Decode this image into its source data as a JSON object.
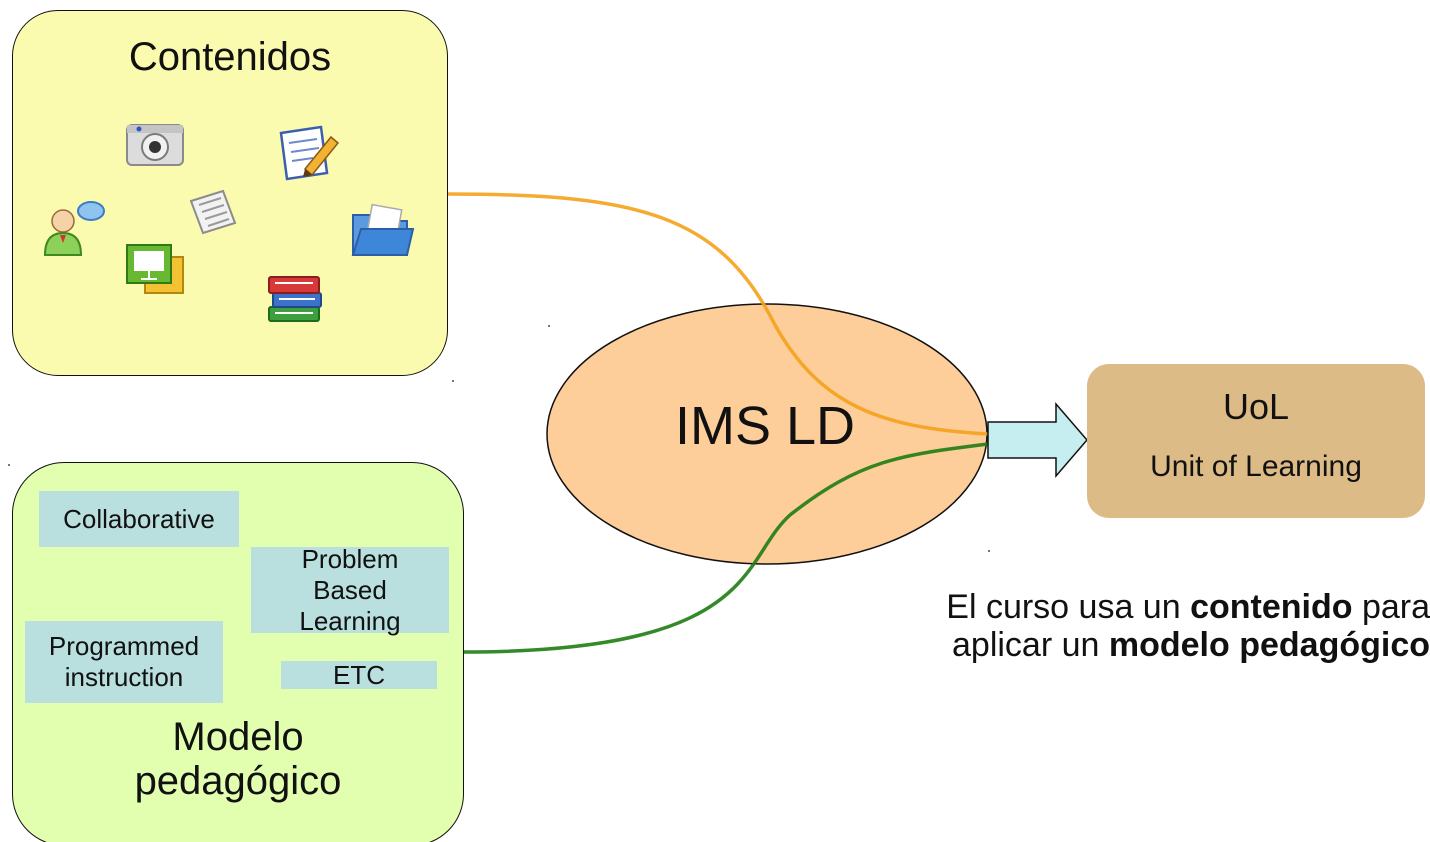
{
  "content_box": {
    "title": "Contenidos",
    "icons": [
      "camera-icon",
      "notepad-pencil-icon",
      "user-chat-icon",
      "newspaper-icon",
      "folder-icon",
      "presentation-icon",
      "books-icon"
    ]
  },
  "model_box": {
    "title_line1": "Modelo",
    "title_line2": "pedagógico",
    "tags": {
      "collaborative": "Collaborative",
      "pbl_line1": "Problem",
      "pbl_line2": "Based",
      "pbl_line3": "Learning",
      "programmed_line1": "Programmed",
      "programmed_line2": "instruction",
      "etc": "ETC"
    }
  },
  "center": {
    "label": "IMS LD"
  },
  "uol": {
    "title": "UoL",
    "subtitle": "Unit of Learning"
  },
  "caption": {
    "part1": "El curso usa un ",
    "bold1": "contenido",
    "part2": " para",
    "part3": "aplicar un ",
    "bold2": "modelo pedagógico"
  },
  "colors": {
    "content_fill": "#fbfbaf",
    "model_fill": "#e2ffb0",
    "ellipse_fill": "#fdcd9a",
    "uol_fill": "#ddbb87",
    "tag_fill": "#b9dfdf",
    "arrow_fill": "#c6eef0",
    "orange_wire": "#f4a21a",
    "green_wire": "#1e7d12"
  }
}
